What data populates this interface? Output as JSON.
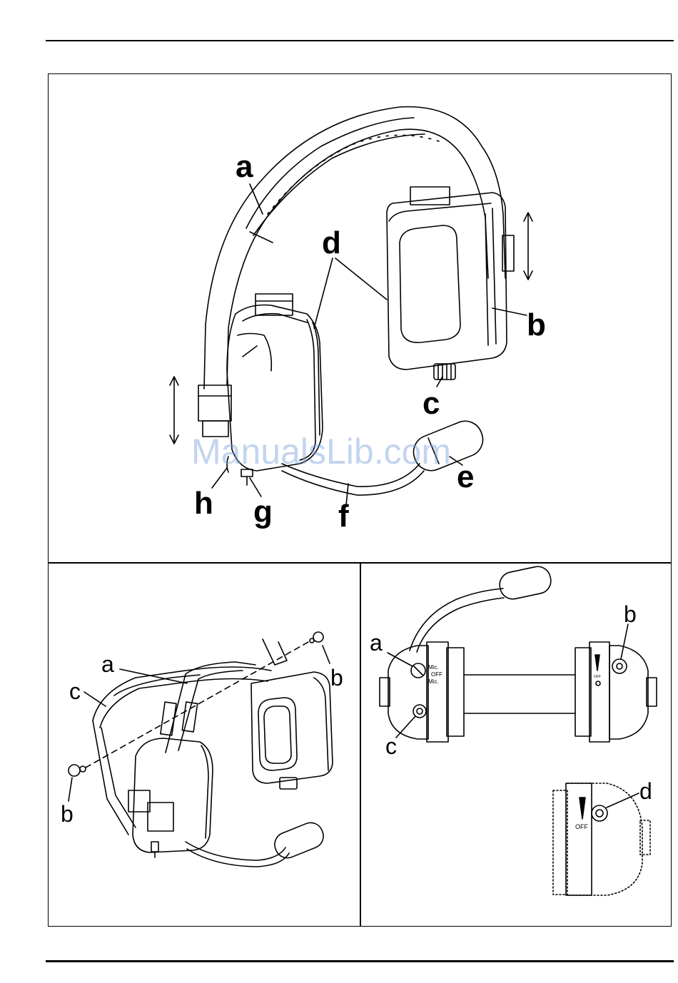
{
  "figure_top": {
    "labels": {
      "a": "a",
      "b": "b",
      "c": "c",
      "d": "d",
      "e": "e",
      "f": "f",
      "g": "g",
      "h": "h"
    }
  },
  "figure_bottom_left": {
    "labels": {
      "a": "a",
      "b1": "b",
      "b2": "b",
      "c": "c"
    }
  },
  "figure_bottom_right": {
    "labels": {
      "a": "a",
      "b": "b",
      "c": "c",
      "d": "d"
    },
    "switch_text": {
      "mic1": "Mic.",
      "off": "OFF",
      "mic2": "Mic.",
      "off_small": "OFF",
      "off_detail": "OFF"
    }
  },
  "watermark": "ManualsLib.com"
}
